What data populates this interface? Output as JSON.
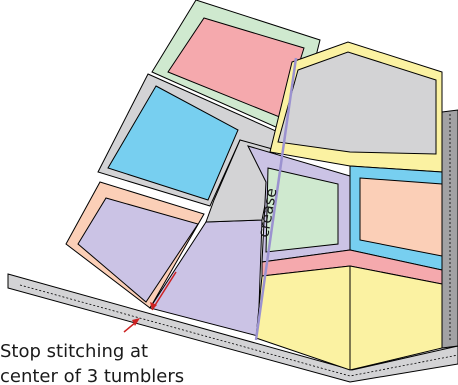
{
  "labels": {
    "crease": "crease",
    "stitch_line1": "Stop stitching at",
    "stitch_line2": "center of 3 tumblers"
  },
  "colors": {
    "pink": "#f5a9ad",
    "green": "#cfe9cf",
    "blue": "#77cff0",
    "purple": "#cbc3e5",
    "peach": "#fbcfb7",
    "yellow": "#fbf2a2",
    "gray": "#d3d3d5",
    "dark_gray": "#a2a2a4",
    "crease_line": "#9b92d0",
    "arrow": "#cc2222"
  }
}
